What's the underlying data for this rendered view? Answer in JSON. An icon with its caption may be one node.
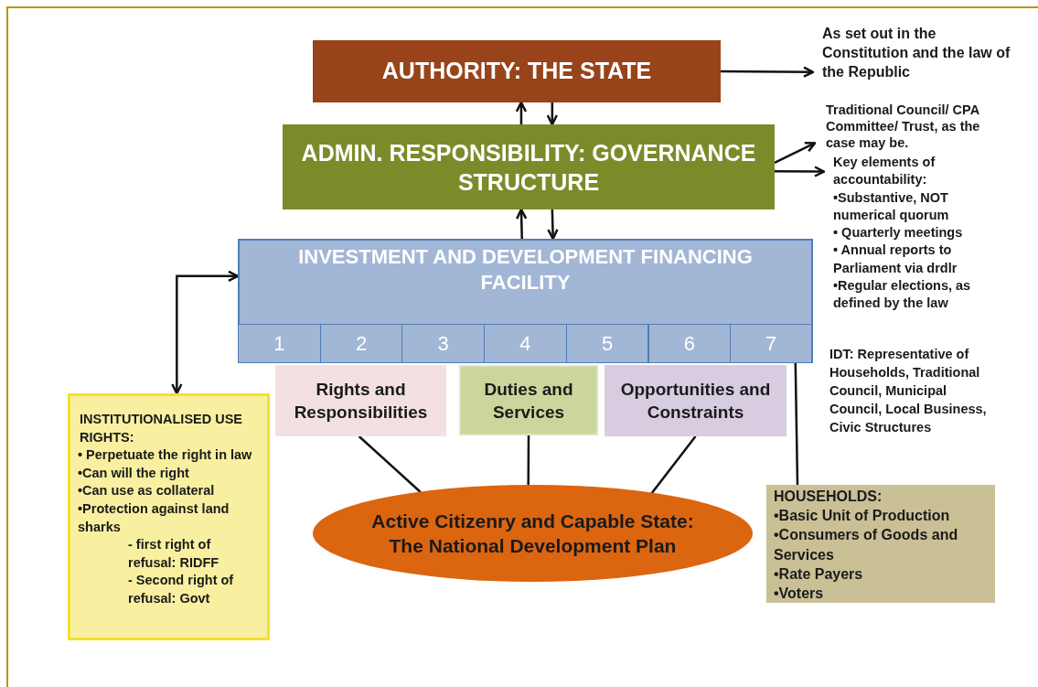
{
  "diagram": {
    "nodes": [
      {
        "text": [
          "AUTHORITY: THE STATE"
        ]
      },
      {
        "text": [
          "As set out in the Constitution and the law of the Republic"
        ]
      },
      {
        "text": [
          "ADMIN. RESPONSIBILITY: GOVERNANCE STRUCTURE"
        ]
      },
      {
        "text": [
          "Traditional Council/ CPA Committee/ Trust, as the case may be."
        ]
      },
      {
        "text": [
          "Key elements of accountability:",
          "•Substantive, NOT numerical quorum",
          "• Quarterly meetings",
          "• Annual reports to Parliament via drdlr",
          "•Regular elections, as defined by the law"
        ]
      },
      {
        "text": [
          "INVESTMENT AND DEVELOPMENT FINANCING FACILITY"
        ]
      },
      {
        "text": [
          "1"
        ],
        "in": 5
      },
      {
        "text": [
          "2"
        ],
        "in": 5
      },
      {
        "text": [
          "3"
        ],
        "in": 5
      },
      {
        "text": [
          "4"
        ],
        "in": 5
      },
      {
        "text": [
          "5"
        ],
        "in": 5
      },
      {
        "text": [
          "6"
        ],
        "in": 5
      },
      {
        "text": [
          "7"
        ],
        "in": 5
      },
      {
        "text": [
          "Rights and Responsibilities"
        ]
      },
      {
        "text": [
          "Duties and Services"
        ]
      },
      {
        "text": [
          "Opportunities and Constraints"
        ]
      },
      {
        "text": [
          "INSTITUTIONALISED USE RIGHTS:",
          "• Perpetuate the right in law",
          "•Can will the right",
          "•Can use as collateral",
          "•Protection against land sharks",
          "- first right of refusal: RIDFF",
          "- Second right of refusal: Govt"
        ]
      },
      {
        "text": [
          "Active Citizenry and Capable State: The National Development Plan"
        ]
      },
      {
        "text": [
          "HOUSEHOLDS:",
          "•Basic Unit of Production",
          "•Consumers of Goods and Services",
          "•Rate Payers",
          "•Voters"
        ]
      }
    ],
    "edges": [
      {
        "from": 0,
        "to": 1,
        "arrow": "to"
      },
      {
        "from": 2,
        "to": 0,
        "arrow": "to"
      },
      {
        "from": 0,
        "to": 2,
        "arrow": "to"
      },
      {
        "from": 5,
        "to": 2,
        "arrow": "to"
      },
      {
        "from": 2,
        "to": 5,
        "arrow": "to"
      },
      {
        "from": 2,
        "to": 3,
        "arrow": "to"
      },
      {
        "from": 2,
        "to": 4,
        "arrow": "to"
      },
      {
        "from": 5,
        "to": 16,
        "arrow": "both"
      },
      {
        "from": 13,
        "to": 17,
        "arrow": "none"
      },
      {
        "from": 14,
        "to": 17,
        "arrow": "none"
      },
      {
        "from": 15,
        "to": 17,
        "arrow": "none"
      },
      {
        "from": 12,
        "to": 18,
        "arrow": "none"
      }
    ],
    "labels": [
      "IDT: Representative of Households, Traditional Council, Municipal Council, Local Business, Civic Structures"
    ]
  }
}
